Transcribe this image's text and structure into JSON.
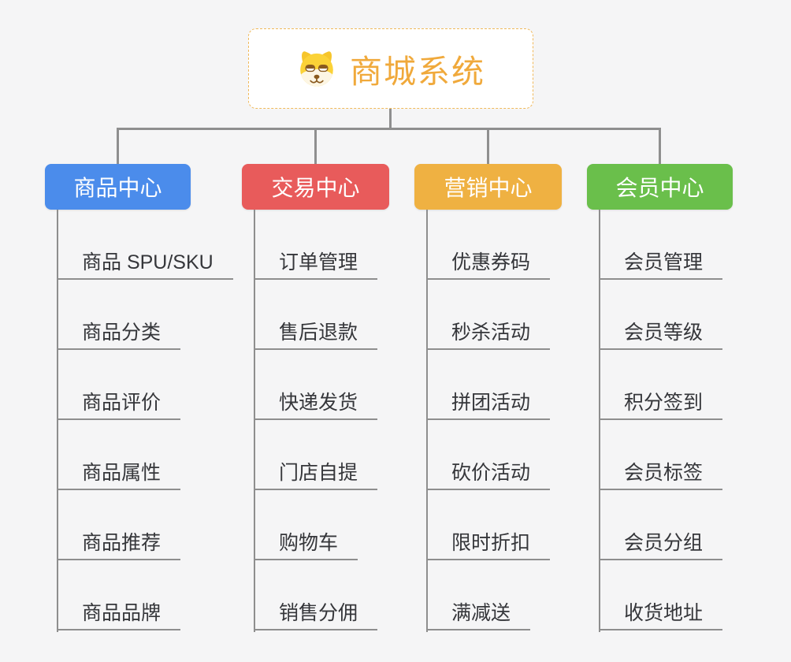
{
  "root": {
    "title": "商城系统",
    "icon": "dog-face-icon"
  },
  "colors": {
    "root_title": "#f0a93b",
    "root_border": "#f0b95b",
    "connector": "#8f8f8f",
    "child_text": "#35363a",
    "branch_product": "#4b8ceb",
    "branch_trade": "#e85b5b",
    "branch_marketing": "#efb142",
    "branch_member": "#6abf4b"
  },
  "branches": [
    {
      "label": "商品中心",
      "color": "#4b8ceb",
      "children": [
        "商品 SPU/SKU",
        "商品分类",
        "商品评价",
        "商品属性",
        "商品推荐",
        "商品品牌"
      ]
    },
    {
      "label": "交易中心",
      "color": "#e85b5b",
      "children": [
        "订单管理",
        "售后退款",
        "快递发货",
        "门店自提",
        "购物车",
        "销售分佣"
      ]
    },
    {
      "label": "营销中心",
      "color": "#efb142",
      "children": [
        "优惠券码",
        "秒杀活动",
        "拼团活动",
        "砍价活动",
        "限时折扣",
        "满减送"
      ]
    },
    {
      "label": "会员中心",
      "color": "#6abf4b",
      "children": [
        "会员管理",
        "会员等级",
        "积分签到",
        "会员标签",
        "会员分组",
        "收货地址"
      ]
    }
  ]
}
